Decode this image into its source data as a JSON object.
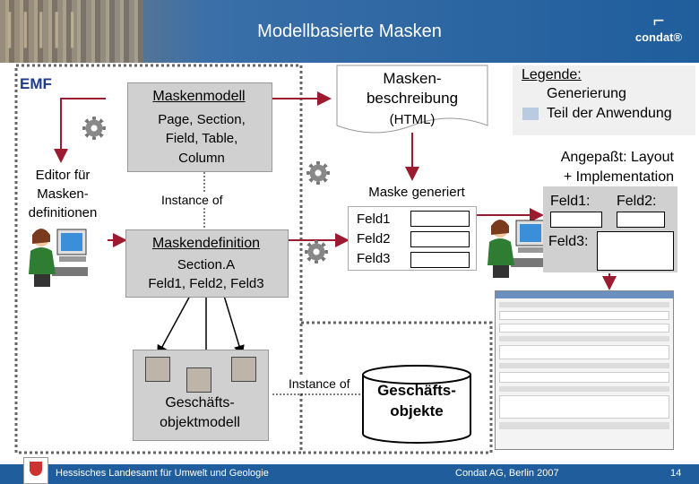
{
  "header": {
    "title": "Modellbasierte Masken",
    "brand": "condat®"
  },
  "footer": {
    "left": "Hessisches Landesamt für Umwelt und Geologie",
    "center": "Condat AG, Berlin 2007",
    "page": "14"
  },
  "diagram": {
    "emf": "EMF",
    "editor": [
      "Editor für",
      "Masken-",
      "definitionen"
    ],
    "maskenmodell": {
      "title": "Maskenmodell",
      "body": [
        "Page, Section,",
        "Field, Table,",
        "Column"
      ]
    },
    "instance_of_1": "Instance of",
    "maskendefinition": {
      "title": "Maskendefinition",
      "body": [
        "Section.A",
        "Feld1, Feld2, Feld3"
      ]
    },
    "gom": [
      "Geschäfts-",
      "objektmodell"
    ],
    "instance_of_2": "Instance of",
    "go": [
      "Geschäfts-",
      "objekte"
    ],
    "beschreibung": [
      "Masken-",
      "beschreibung",
      "(HTML)"
    ],
    "generiert": {
      "title": "Maske generiert",
      "fields": [
        "Feld1",
        "Feld2",
        "Feld3"
      ]
    },
    "legende": {
      "title": "Legende:",
      "items": [
        "Generierung",
        "Teil der Anwendung"
      ]
    },
    "angepasst": {
      "title": [
        "Angepaßt: Layout",
        "+ Implementation"
      ],
      "fields": [
        "Feld1:",
        "Feld2:",
        "Feld3:"
      ]
    }
  },
  "colors": {
    "arrow_red": "#9b1b30",
    "box_gray": "#d0d0d0",
    "header_blue": "#1f5d9c"
  }
}
